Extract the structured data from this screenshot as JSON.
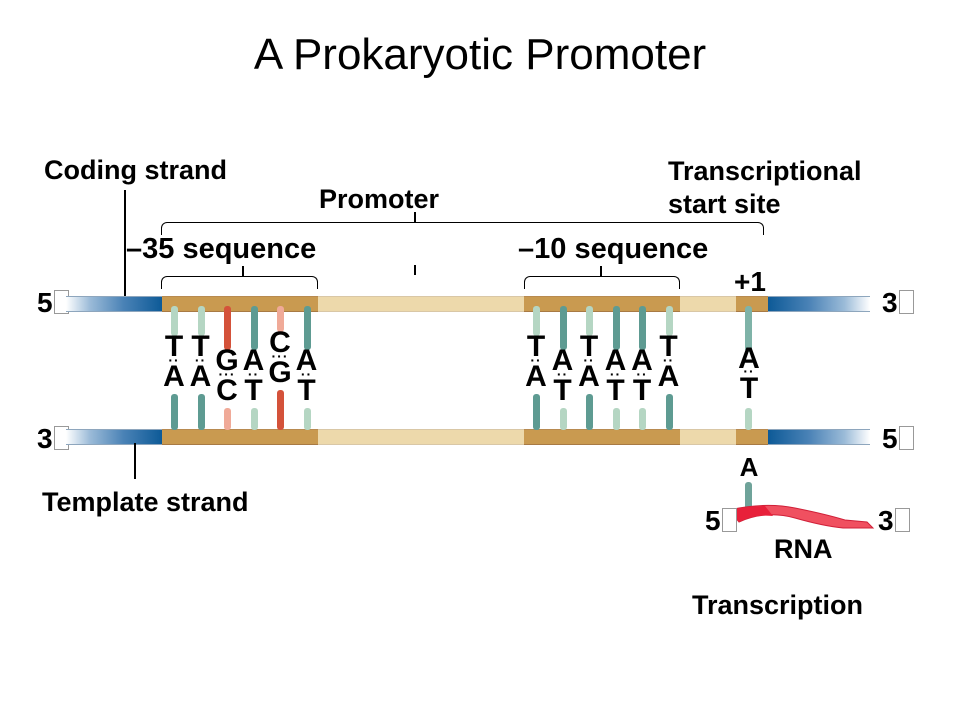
{
  "title": "A Prokaryotic Promoter",
  "labels": {
    "coding_strand": "Coding strand",
    "template_strand": "Template strand",
    "promoter": "Promoter",
    "tss_line1": "Transcriptional",
    "tss_line2": "start site",
    "minus35": "–35 sequence",
    "minus10": "–10 sequence",
    "plus1": "+1",
    "rna": "RNA",
    "transcription": "Transcription"
  },
  "ends": {
    "coding_left": "5",
    "coding_right": "3",
    "template_left": "3",
    "template_right": "5",
    "rna_left": "5",
    "rna_right": "3"
  },
  "sequences": {
    "minus35": [
      {
        "top": "T",
        "bottom": "A",
        "dots": "··",
        "top_color": "#b5d6c3",
        "bottom_color": "#5e9b92"
      },
      {
        "top": "T",
        "bottom": "A",
        "dots": "··",
        "top_color": "#b5d6c3",
        "bottom_color": "#5e9b92"
      },
      {
        "top": "G",
        "bottom": "C",
        "dots": "···",
        "top_color": "#d4523a",
        "bottom_color": "#f0aa98"
      },
      {
        "top": "A",
        "bottom": "T",
        "dots": "··",
        "top_color": "#5e9b92",
        "bottom_color": "#b5d6c3"
      },
      {
        "top": "C",
        "bottom": "G",
        "dots": "···",
        "top_color": "#f0aa98",
        "bottom_color": "#d4523a"
      },
      {
        "top": "A",
        "bottom": "T",
        "dots": "··",
        "top_color": "#5e9b92",
        "bottom_color": "#b5d6c3"
      }
    ],
    "minus10": [
      {
        "top": "T",
        "bottom": "A",
        "dots": "··",
        "top_color": "#b5d6c3",
        "bottom_color": "#5e9b92"
      },
      {
        "top": "A",
        "bottom": "T",
        "dots": "··",
        "top_color": "#5e9b92",
        "bottom_color": "#b5d6c3"
      },
      {
        "top": "T",
        "bottom": "A",
        "dots": "··",
        "top_color": "#b5d6c3",
        "bottom_color": "#5e9b92"
      },
      {
        "top": "A",
        "bottom": "T",
        "dots": "··",
        "top_color": "#5e9b92",
        "bottom_color": "#b5d6c3"
      },
      {
        "top": "A",
        "bottom": "T",
        "dots": "··",
        "top_color": "#5e9b92",
        "bottom_color": "#b5d6c3"
      },
      {
        "top": "T",
        "bottom": "A",
        "dots": "··",
        "top_color": "#b5d6c3",
        "bottom_color": "#5e9b92"
      }
    ],
    "start": {
      "top": "A",
      "bottom": "T",
      "dots": "··",
      "rna_base": "A",
      "top_color": "#7fb3a8",
      "bottom_color": "#b5d6c3"
    }
  },
  "colors": {
    "promoter_element": "#c99a50",
    "spacer": "#edd9ab",
    "flank_blue": "#0d5a97",
    "rna": "#e8283c"
  }
}
